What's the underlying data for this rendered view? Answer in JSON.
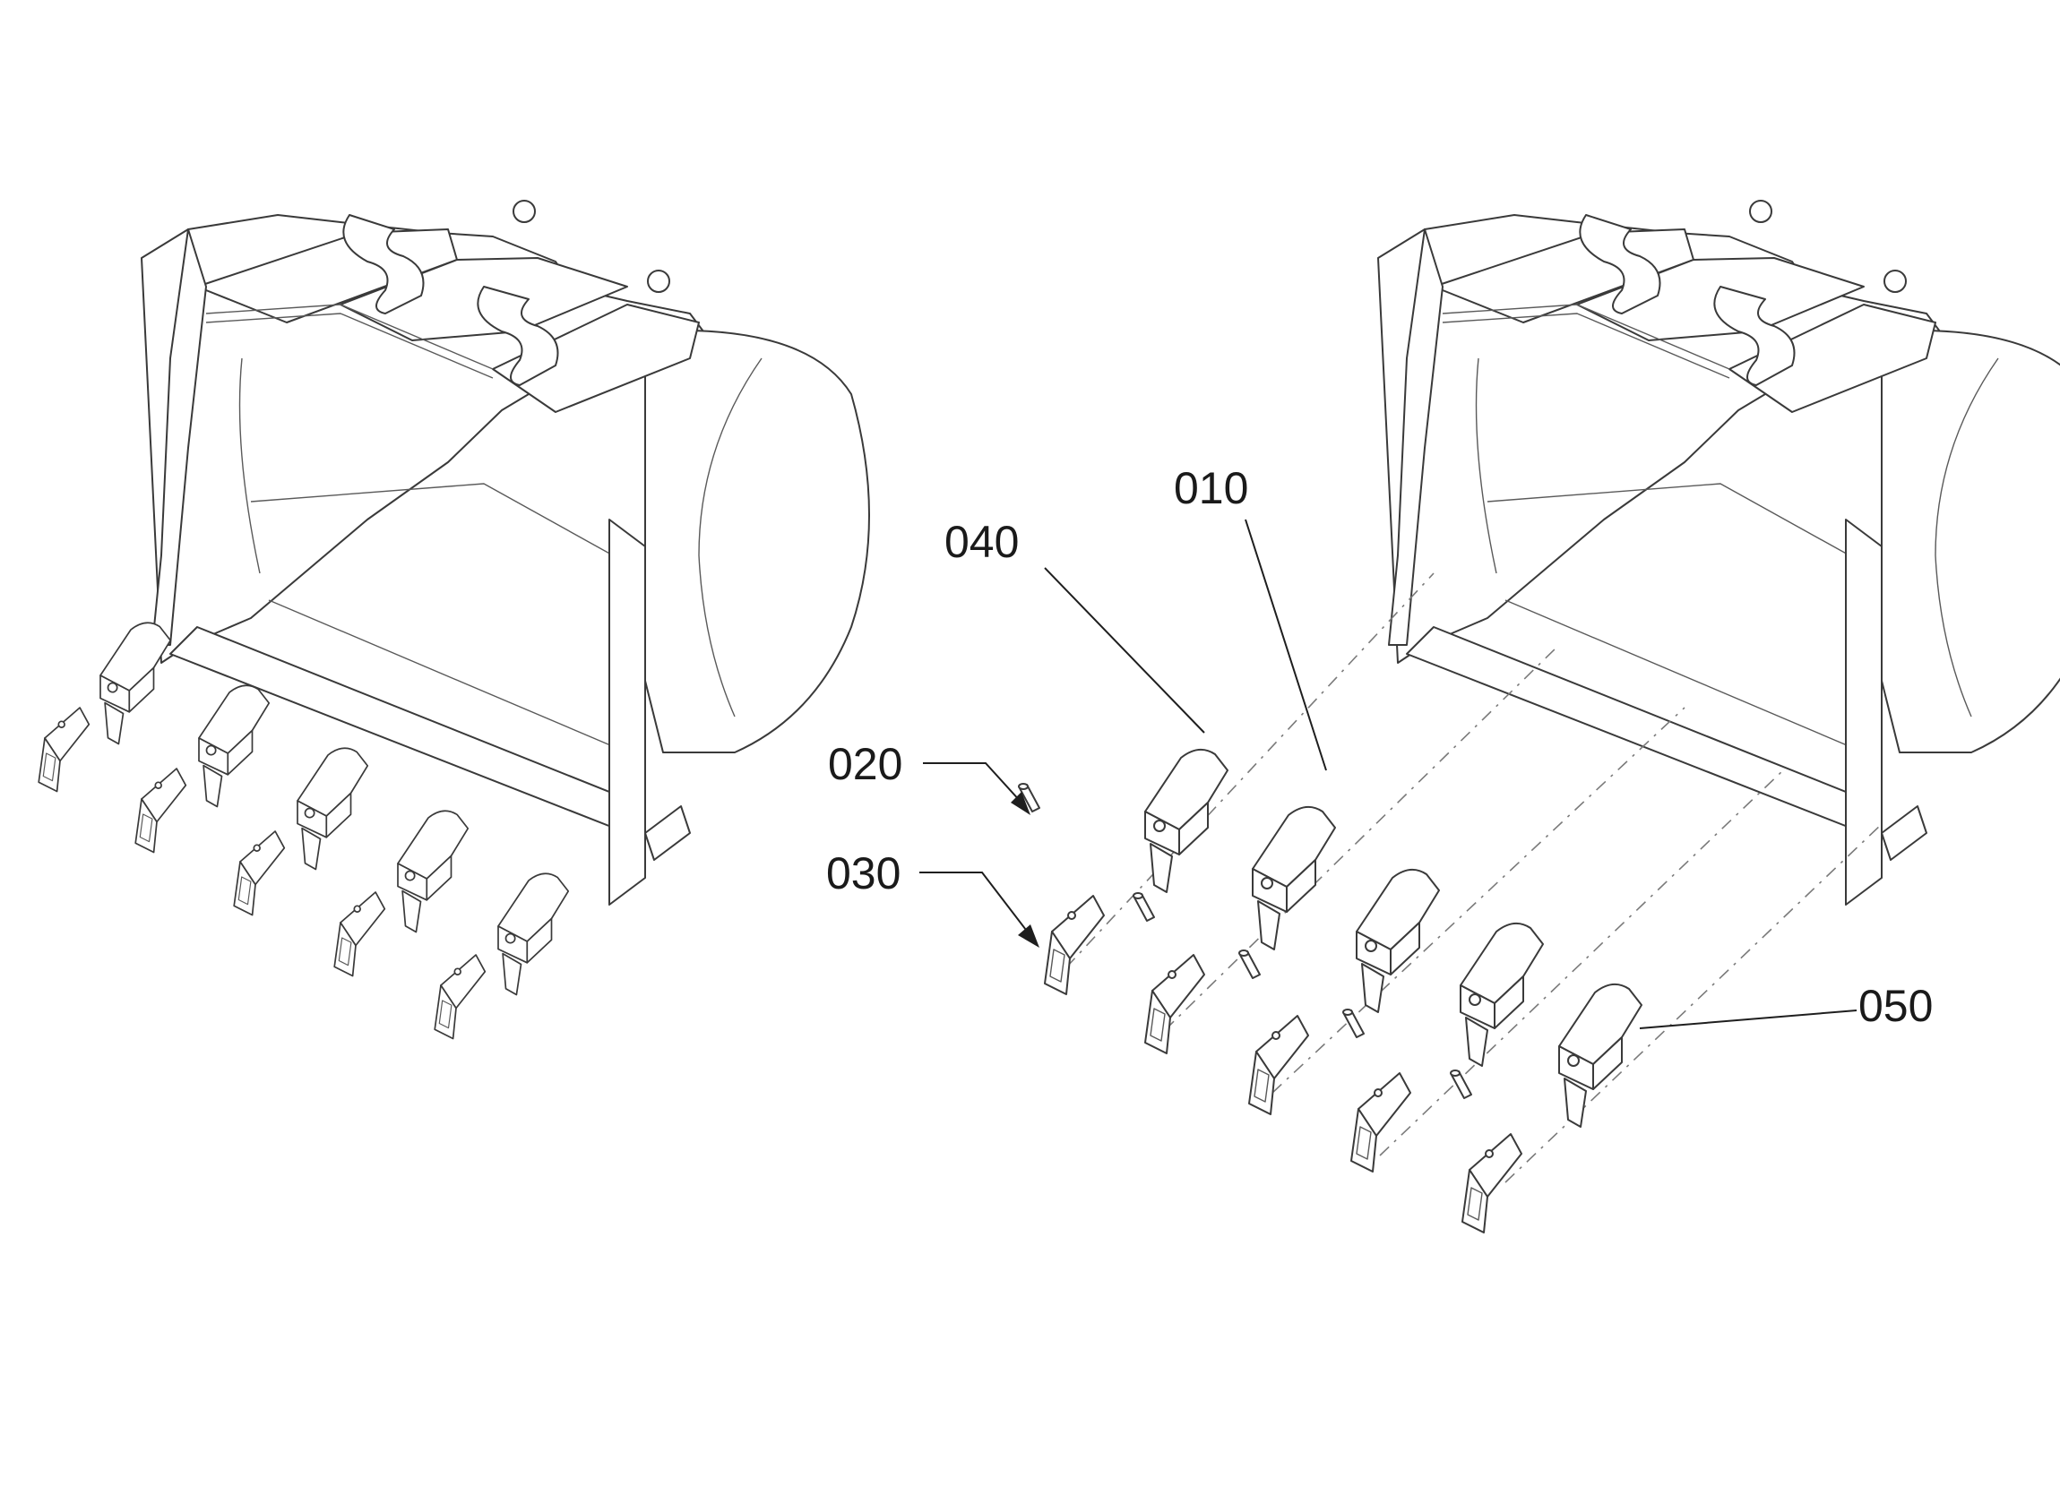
{
  "diagram": {
    "callouts": [
      {
        "id": "c010",
        "label": "010"
      },
      {
        "id": "c020",
        "label": "020"
      },
      {
        "id": "c030",
        "label": "030"
      },
      {
        "id": "c040",
        "label": "040"
      },
      {
        "id": "c050",
        "label": "050"
      }
    ]
  }
}
